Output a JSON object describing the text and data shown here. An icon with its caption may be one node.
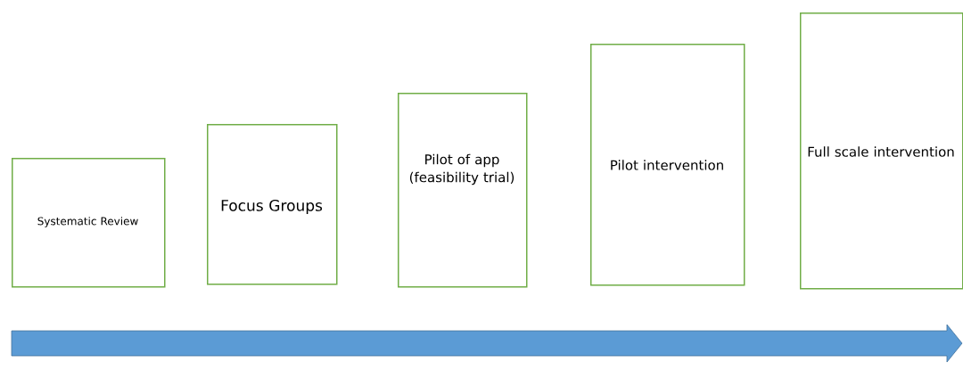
{
  "diagram": {
    "nodes": [
      {
        "text": [
          "Systematic Review"
        ]
      },
      {
        "text": [
          "Focus Groups"
        ]
      },
      {
        "text": [
          "Pilot of app (feasibility trial)"
        ]
      },
      {
        "text": [
          "Pilot intervention"
        ]
      },
      {
        "text": [
          "Full scale intervention"
        ]
      }
    ]
  }
}
